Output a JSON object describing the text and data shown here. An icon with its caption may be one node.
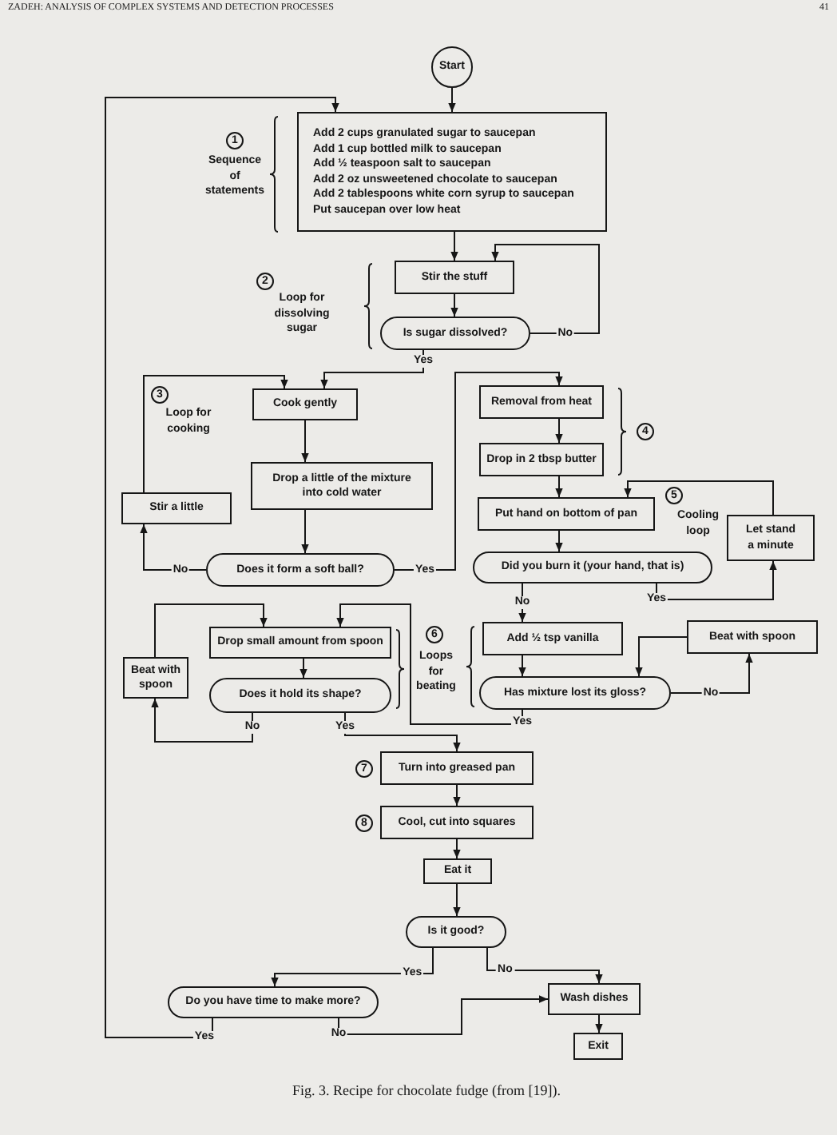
{
  "diagram": {
    "caption": "Fig. 3. Recipe for chocolate fudge (from [19]).",
    "nodes": [
      {
        "text": [
          "Start"
        ]
      },
      {
        "text": [
          "Add 2 cups granulated sugar to saucepan",
          "Add 1 cup bottled milk to saucepan",
          "Add ½ teaspoon salt to saucepan",
          "Add 2 oz unsweetened chocolate to saucepan",
          "Add 2 tablespoons white corn syrup to saucepan",
          "Put saucepan over low heat"
        ]
      },
      {
        "text": [
          "Stir the stuff"
        ]
      },
      {
        "text": [
          "Is sugar dissolved?"
        ]
      },
      {
        "text": [
          "Cook gently"
        ]
      },
      {
        "text": [
          "Drop a little of the mixture into cold water"
        ]
      },
      {
        "text": [
          "Stir a little"
        ]
      },
      {
        "text": [
          "Does it form a soft ball?"
        ]
      },
      {
        "text": [
          "Removal from heat"
        ]
      },
      {
        "text": [
          "Drop in 2 tbsp butter"
        ]
      },
      {
        "text": [
          "Put hand on bottom of pan"
        ]
      },
      {
        "text": [
          "Did you burn it (your hand, that is)"
        ]
      },
      {
        "text": [
          "Let stand a minute"
        ]
      },
      {
        "text": [
          "Beat with spoon"
        ]
      },
      {
        "text": [
          "Drop small amount from spoon"
        ]
      },
      {
        "text": [
          "Does it hold its shape?"
        ]
      },
      {
        "text": [
          "Add ½ tsp vanilla"
        ]
      },
      {
        "text": [
          "Has mixture lost its gloss?"
        ]
      },
      {
        "text": [
          "Beat with spoon"
        ]
      },
      {
        "text": [
          "Turn into greased pan"
        ],
        "beside": [
          "7"
        ]
      },
      {
        "text": [
          "Cool, cut into squares"
        ],
        "beside": [
          "8"
        ]
      },
      {
        "text": [
          "Eat it"
        ]
      },
      {
        "text": [
          "Is it good?"
        ]
      },
      {
        "text": [
          "Do you have time to make more?"
        ]
      },
      {
        "text": [
          "Wash dishes"
        ]
      },
      {
        "text": [
          "Exit"
        ]
      }
    ],
    "edges": [
      {
        "from": 0,
        "to": 1,
        "arrow": "to"
      },
      {
        "from": 1,
        "to": 2,
        "arrow": "to"
      },
      {
        "from": 2,
        "to": 3,
        "arrow": "to"
      },
      {
        "from": 3,
        "to": 2,
        "arrow": "to",
        "label": "No"
      },
      {
        "from": 3,
        "to": 4,
        "arrow": "to",
        "label": "Yes"
      },
      {
        "from": 4,
        "to": 5,
        "arrow": "to"
      },
      {
        "from": 5,
        "to": 7,
        "arrow": "to"
      },
      {
        "from": 7,
        "to": 6,
        "arrow": "to",
        "label": "No"
      },
      {
        "from": 6,
        "to": 4,
        "arrow": "to"
      },
      {
        "from": 7,
        "to": 8,
        "arrow": "to",
        "label": "Yes"
      },
      {
        "from": 8,
        "to": 9,
        "arrow": "to"
      },
      {
        "from": 9,
        "to": 10,
        "arrow": "to"
      },
      {
        "from": 10,
        "to": 11,
        "arrow": "to"
      },
      {
        "from": 11,
        "to": 12,
        "arrow": "to",
        "label": "Yes"
      },
      {
        "from": 12,
        "to": 10,
        "arrow": "to"
      },
      {
        "from": 11,
        "to": 16,
        "arrow": "to",
        "label": "No"
      },
      {
        "from": 16,
        "to": 17,
        "arrow": "to"
      },
      {
        "from": 17,
        "to": 18,
        "arrow": "to",
        "label": "No"
      },
      {
        "from": 18,
        "to": 17,
        "arrow": "to"
      },
      {
        "from": 17,
        "to": 14,
        "arrow": "to",
        "label": "Yes"
      },
      {
        "from": 14,
        "to": 15,
        "arrow": "to"
      },
      {
        "from": 15,
        "to": 13,
        "arrow": "to",
        "label": "No"
      },
      {
        "from": 13,
        "to": 14,
        "arrow": "to"
      },
      {
        "from": 15,
        "to": 19,
        "arrow": "to",
        "label": "Yes"
      },
      {
        "from": 19,
        "to": 20,
        "arrow": "to"
      },
      {
        "from": 20,
        "to": 21,
        "arrow": "to"
      },
      {
        "from": 21,
        "to": 22,
        "arrow": "to"
      },
      {
        "from": 22,
        "to": 23,
        "arrow": "to",
        "label": "Yes"
      },
      {
        "from": 22,
        "to": 24,
        "arrow": "to",
        "label": "No"
      },
      {
        "from": 23,
        "to": 24,
        "arrow": "to",
        "label": "No"
      },
      {
        "from": 23,
        "to": 1,
        "arrow": "to",
        "label": "Yes"
      },
      {
        "from": 24,
        "to": 25,
        "arrow": "to"
      }
    ],
    "labels": [
      "ZADEH: ANALYSIS OF COMPLEX SYSTEMS AND DETECTION PROCESSES",
      "41",
      "1",
      "Sequence of statements",
      "2",
      "Loop for dissolving sugar",
      "3",
      "Loop for cooking",
      "4",
      "5",
      "Cooling loop",
      "6",
      "Loops for beating"
    ]
  }
}
